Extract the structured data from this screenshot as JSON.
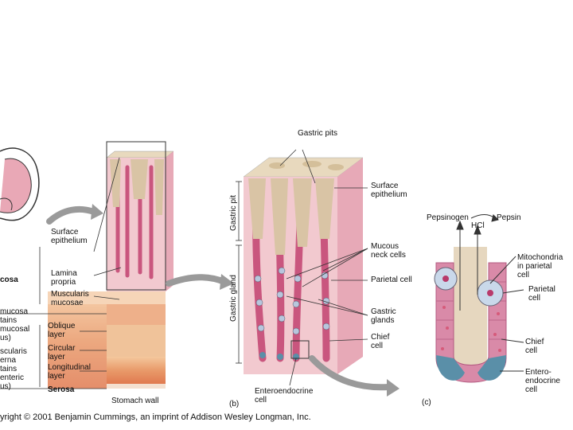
{
  "panel_a": {
    "labels": {
      "surface_epithelium": "Surface\nepithelium",
      "lamina_propria": "Lamina\npropria",
      "muscularis_mucosae": "Muscularis\nmucosae",
      "oblique_layer": "Oblique\nlayer",
      "circular_layer": "Circular\nlayer",
      "longitudinal_layer": "Longitudinal\nlayer",
      "serosa": "Serosa",
      "stomach_wall": "Stomach wall",
      "left_mucosa": "cosa",
      "left_submucosa": "mucosa\ntains\nmucosal\nus)",
      "left_muscularis": "scularis\nerna\ntains\nenteric\nus)"
    }
  },
  "panel_b": {
    "letter": "(b)",
    "labels": {
      "gastric_pits": "Gastric pits",
      "surface_epithelium": "Surface\nepithelium",
      "mucous_neck_cells": "Mucous\nneck cells",
      "parietal_cell": "Parietal cell",
      "gastric_glands": "Gastric\nglands",
      "chief_cell": "Chief\ncell",
      "enteroendocrine_cell": "Enteroendocrine\ncell",
      "gastric_pit_vertical": "Gastric pit",
      "gastric_gland_vertical": "Gastric gland"
    }
  },
  "panel_c": {
    "letter": "(c)",
    "labels": {
      "pepsinogen": "Pepsinogen",
      "pepsin": "Pepsin",
      "hcl": "HCl",
      "mitochondria": "Mitochondria\nin parietal\ncell",
      "parietal_cell": "Parietal\ncell",
      "chief_cell": "Chief\ncell",
      "enteroendocrine_cell": "Entero-\nendocrine\ncell"
    }
  },
  "copyright": "yright © 2001 Benjamin Cummings, an imprint of Addison Wesley Longman, Inc.",
  "colors": {
    "pink_background": "#f2c9cf",
    "tan_lamina": "#d9c4a5",
    "epithelium": "#c9567e",
    "gland_cells": "#d98aa8",
    "muscle_orange": "#e99a6a",
    "chief_cell_blue": "#5a8fa8",
    "arrow_gray": "#9a9a9a"
  }
}
